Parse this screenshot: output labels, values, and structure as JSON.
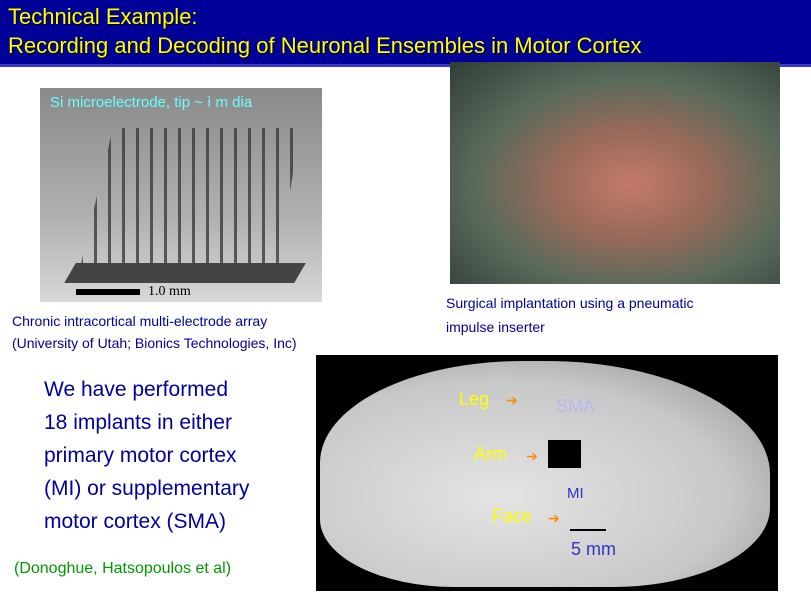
{
  "title": {
    "line1": "Technical Example:",
    "line2": "Recording and Decoding of Neuronal Ensembles in Motor Cortex"
  },
  "electrode_figure": {
    "label": "Si microelectrode, tip ~ ì m dia",
    "scale": "1.0 mm",
    "caption1": "Chronic intracortical multi-electrode array",
    "caption2": "(University of Utah; Bionics Technologies, Inc)"
  },
  "surgery_figure": {
    "caption1": "Surgical implantation using a pneumatic",
    "caption2": "impulse inserter"
  },
  "body": {
    "lines": [
      "We have performed",
      "18 implants in either",
      "primary motor cortex",
      "(MI) or supplementary",
      "motor cortex (SMA)"
    ]
  },
  "citation": "(Donoghue, Hatsopoulos et al)",
  "brain_figure": {
    "leg": "Leg",
    "arm": "Arm",
    "face": "Face",
    "sma": "SMA",
    "mi": "MI",
    "scale": "5 mm",
    "arrow": "➔"
  }
}
